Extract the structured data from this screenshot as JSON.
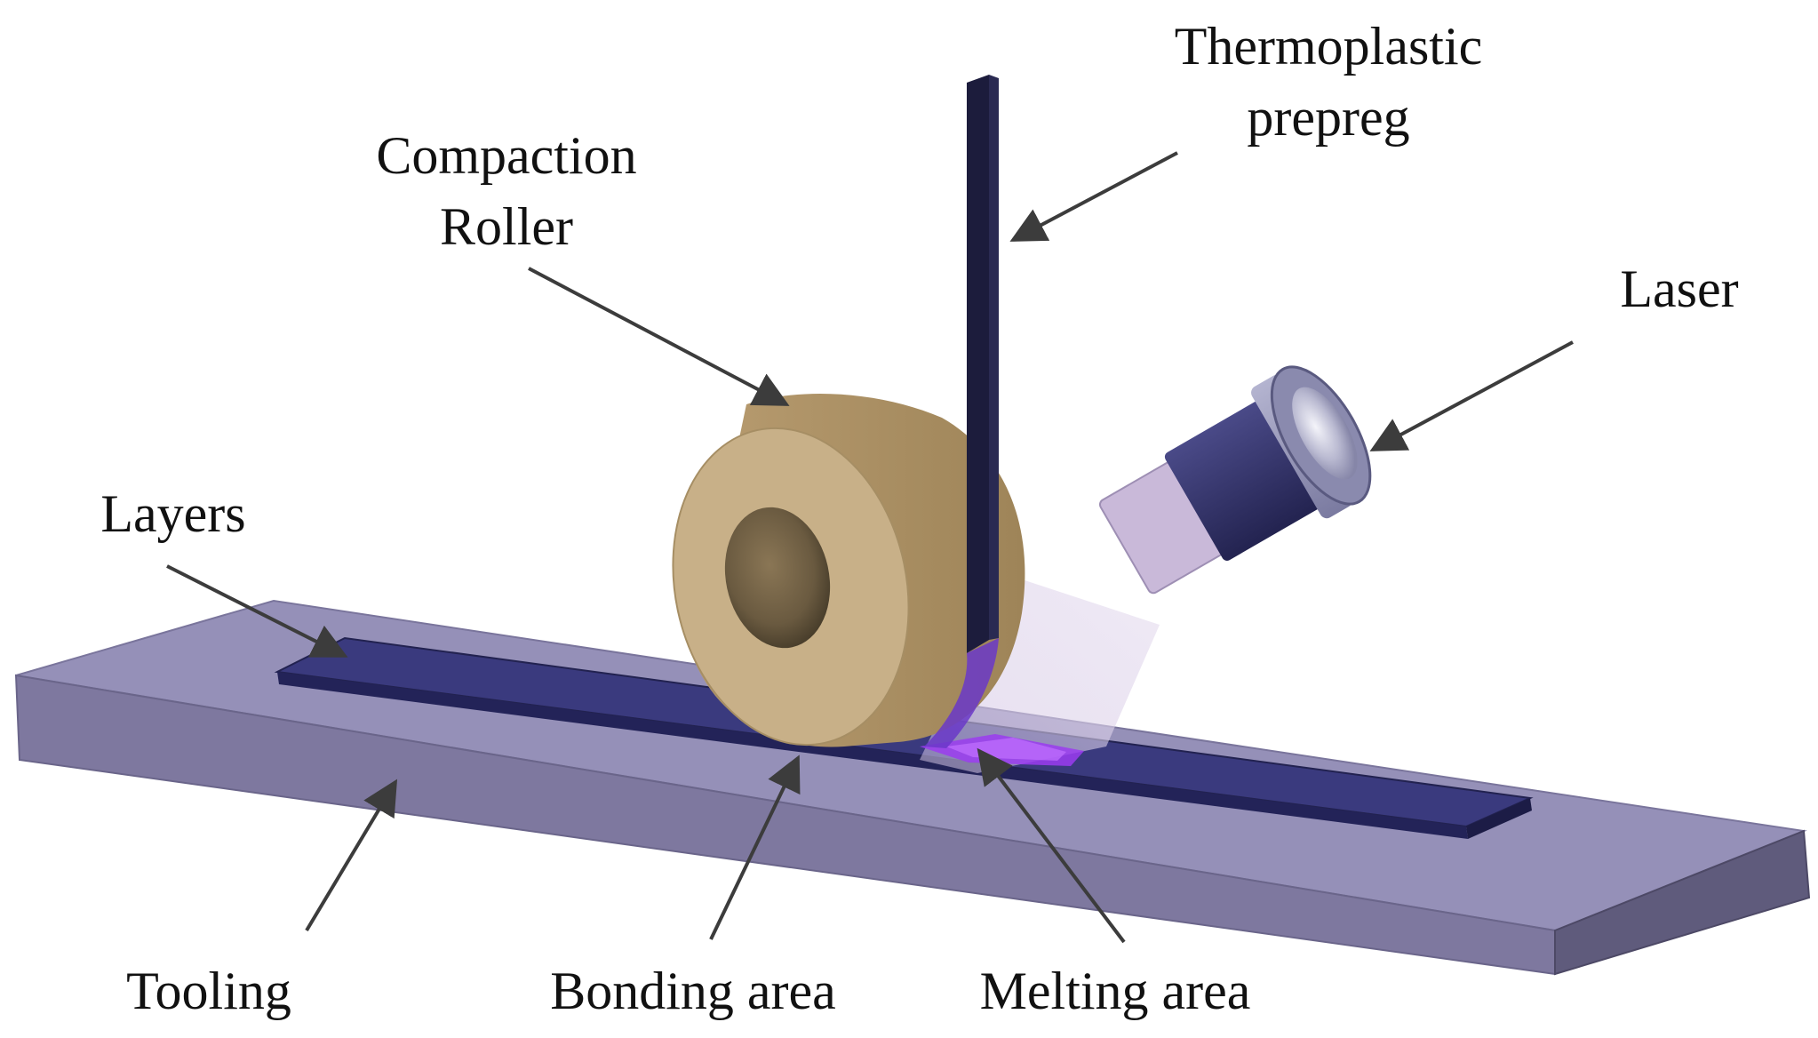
{
  "labels": {
    "prepreg_line1": "Thermoplastic",
    "prepreg_line2": "prepreg",
    "roller_line1": "Compaction",
    "roller_line2": "Roller",
    "laser": "Laser",
    "layers": "Layers",
    "tooling": "Tooling",
    "bonding_area": "Bonding area",
    "melting_area": "Melting area"
  },
  "colors": {
    "tooling_top": "#9590b8",
    "tooling_front": "#7e789f",
    "tooling_side": "#5f5b7c",
    "layers": "#2e2e6e",
    "roller": "#c8b088",
    "prepreg": "#1c1c3c",
    "laser_body": "#3a3a72",
    "laser_light": "#c7bad8",
    "melt_glow": "#9b3cf0",
    "arrow": "#3c3c3c"
  }
}
